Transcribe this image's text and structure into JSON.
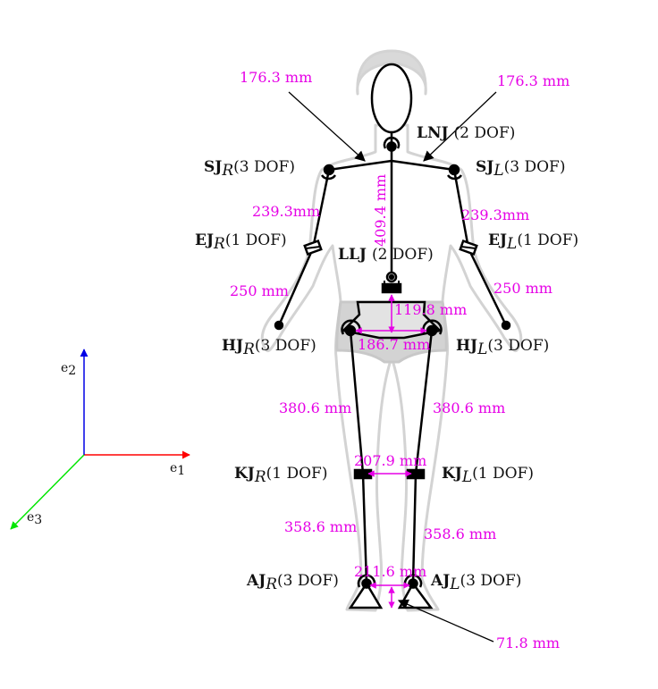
{
  "colors": {
    "dimension": "#e600e6",
    "silhouette": "#d3d3d3",
    "skeleton": "#000000",
    "axis_e1": "#ff0000",
    "axis_e2": "#0000e6",
    "axis_e3": "#00e600"
  },
  "joints": {
    "lnj": {
      "abbr": "LNJ",
      "sub": "",
      "dof": "(2 DOF)"
    },
    "sj_r": {
      "abbr": "SJ",
      "sub": "R",
      "dof": "(3 DOF)"
    },
    "sj_l": {
      "abbr": "SJ",
      "sub": "L",
      "dof": "(3 DOF)"
    },
    "ej_r": {
      "abbr": "EJ",
      "sub": "R",
      "dof": "(1 DOF)"
    },
    "ej_l": {
      "abbr": "EJ",
      "sub": "L",
      "dof": "(1 DOF)"
    },
    "llj": {
      "abbr": "LLJ",
      "sub": "",
      "dof": "(2 DOF)"
    },
    "hj_r": {
      "abbr": "HJ",
      "sub": "R",
      "dof": "(3 DOF)"
    },
    "hj_l": {
      "abbr": "HJ",
      "sub": "L",
      "dof": "(3 DOF)"
    },
    "kj_r": {
      "abbr": "KJ",
      "sub": "R",
      "dof": "(1 DOF)"
    },
    "kj_l": {
      "abbr": "KJ",
      "sub": "L",
      "dof": "(1 DOF)"
    },
    "aj_r": {
      "abbr": "AJ",
      "sub": "R",
      "dof": "(3 DOF)"
    },
    "aj_l": {
      "abbr": "AJ",
      "sub": "L",
      "dof": "(3 DOF)"
    }
  },
  "dimensions": {
    "shoulder_r": "176.3 mm",
    "shoulder_l": "176.3 mm",
    "trunk": "409.4 mm",
    "upper_arm_r": "239.3mm",
    "upper_arm_l": "239.3mm",
    "forearm_r": "250 mm",
    "forearm_l": "250 mm",
    "pelvis_height": "119.8 mm",
    "hip_width": "186.7 mm",
    "thigh_r": "380.6 mm",
    "thigh_l": "380.6 mm",
    "knee_width": "207.9 mm",
    "shank_r": "358.6 mm",
    "shank_l": "358.6 mm",
    "ankle_width": "211.6 mm",
    "foot_height": "71.8 mm"
  },
  "axes": {
    "e1": {
      "base": "e",
      "sub": "1"
    },
    "e2": {
      "base": "e",
      "sub": "2"
    },
    "e3": {
      "base": "e",
      "sub": "3"
    }
  }
}
